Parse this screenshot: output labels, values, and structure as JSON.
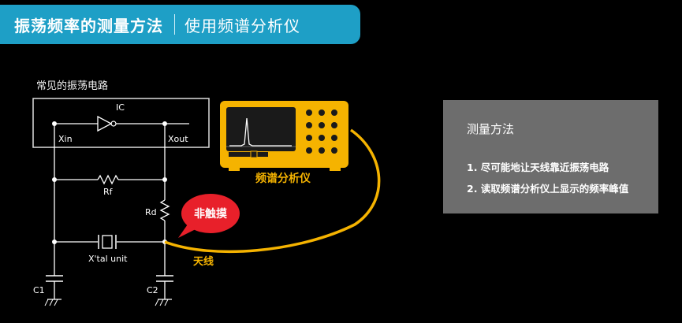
{
  "header": {
    "title": "振荡频率的测量方法",
    "subtitle": "使用频谱分析仪"
  },
  "circuit": {
    "caption": "常见的振荡电路",
    "labels": {
      "ic": "IC",
      "xin": "Xin",
      "xout": "Xout",
      "rf": "Rf",
      "rd": "Rd",
      "crystal": "X'tal unit",
      "c1": "C1",
      "c2": "C2"
    }
  },
  "callout": {
    "text": "非触摸"
  },
  "spectrum_analyzer": {
    "label": "频谱分析仪"
  },
  "antenna": {
    "label": "天线"
  },
  "method_box": {
    "title": "测量方法",
    "steps": [
      "1. 尽可能地让天线靠近振荡电路",
      "2. 读取频谱分析仪上显示的频率峰值"
    ]
  },
  "colors": {
    "header_bg": "#1e9fc6",
    "accent_yellow": "#f5b300",
    "callout_red": "#e8202a",
    "panel_gray": "#6d6d6d"
  }
}
